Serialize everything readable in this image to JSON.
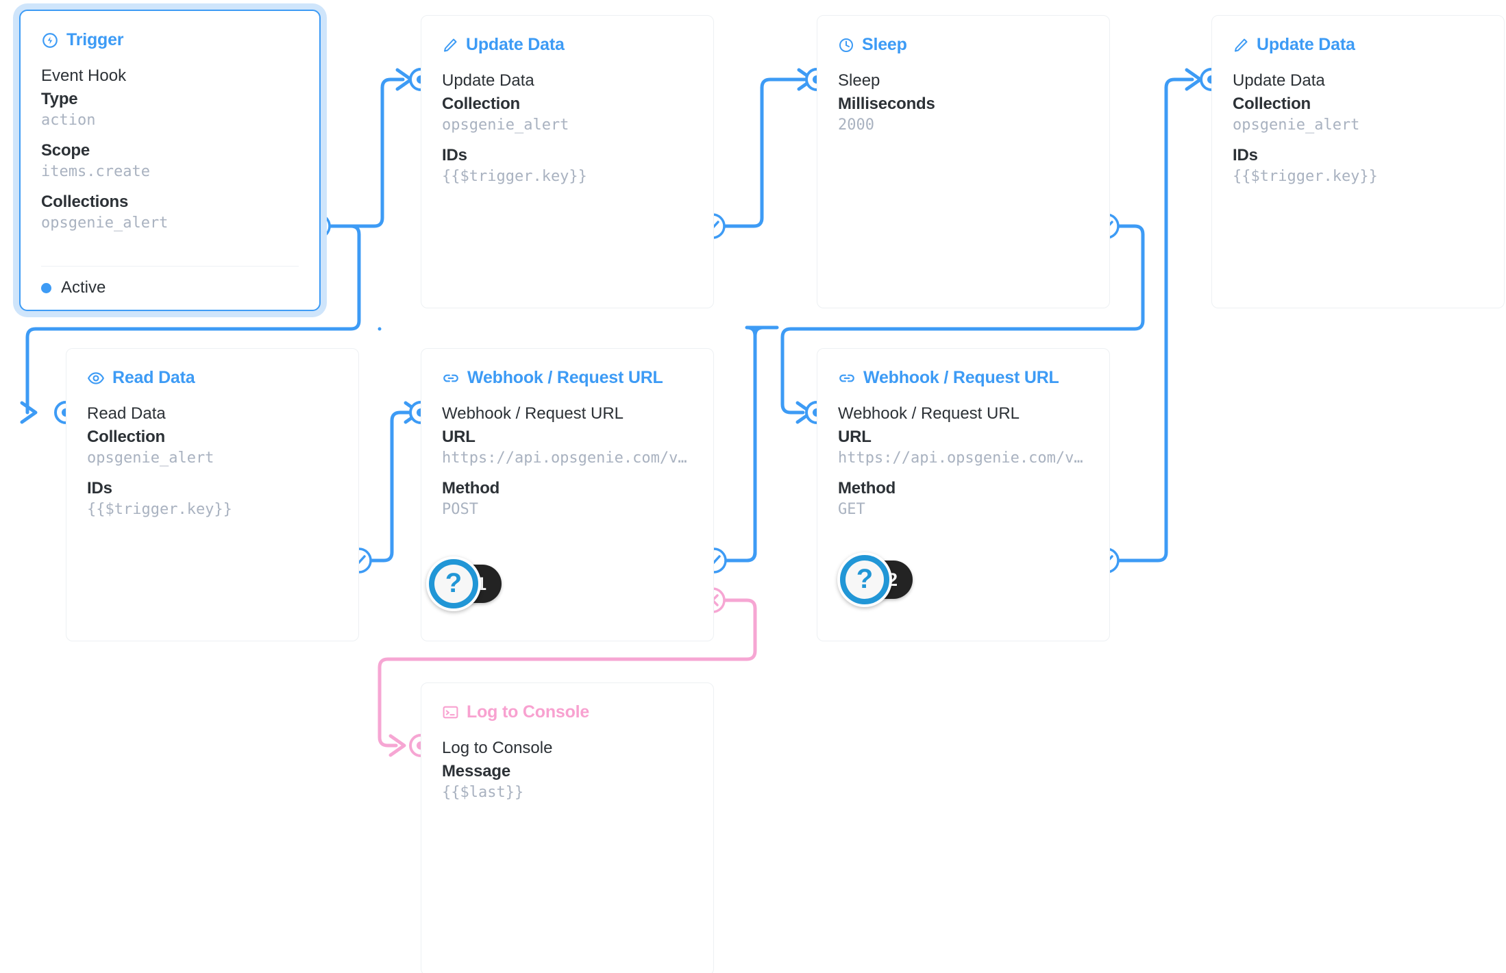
{
  "flow": {
    "accent_blue": "#3d9bf5",
    "accent_pink": "#f8a1d0",
    "wire_blue": "#3d9bf5",
    "wire_pink": "#f6a6d3",
    "value_gray": "#a9b2c0",
    "label_dark": "#2c3136"
  },
  "nodes": {
    "trigger": {
      "title": "Trigger",
      "icon": "trigger-bolt-icon",
      "operation": "Event Hook",
      "fields": [
        {
          "label": "Type",
          "value": "action"
        },
        {
          "label": "Scope",
          "value": "items.create"
        },
        {
          "label": "Collections",
          "value": "opsgenie_alert"
        }
      ],
      "status": "Active",
      "selected": true
    },
    "update_data_1": {
      "title": "Update Data",
      "icon": "pencil-icon",
      "operation": "Update Data",
      "fields": [
        {
          "label": "Collection",
          "value": "opsgenie_alert"
        },
        {
          "label": "IDs",
          "value": "{{$trigger.key}}"
        }
      ]
    },
    "sleep": {
      "title": "Sleep",
      "icon": "clock-icon",
      "operation": "Sleep",
      "fields": [
        {
          "label": "Milliseconds",
          "value": "2000"
        }
      ]
    },
    "update_data_2": {
      "title": "Update Data",
      "icon": "pencil-icon",
      "operation": "Update Data",
      "fields": [
        {
          "label": "Collection",
          "value": "opsgenie_alert"
        },
        {
          "label": "IDs",
          "value": "{{$trigger.key}}"
        }
      ]
    },
    "read_data": {
      "title": "Read Data",
      "icon": "eye-icon",
      "operation": "Read Data",
      "fields": [
        {
          "label": "Collection",
          "value": "opsgenie_alert"
        },
        {
          "label": "IDs",
          "value": "{{$trigger.key}}"
        }
      ]
    },
    "webhook_1": {
      "title": "Webhook / Request URL",
      "icon": "link-icon",
      "operation": "Webhook / Request URL",
      "fields": [
        {
          "label": "URL",
          "value": "https://api.opsgenie.com/v…"
        },
        {
          "label": "Method",
          "value": "POST"
        }
      ]
    },
    "webhook_2": {
      "title": "Webhook / Request URL",
      "icon": "link-icon",
      "operation": "Webhook / Request URL",
      "fields": [
        {
          "label": "URL",
          "value": "https://api.opsgenie.com/v…"
        },
        {
          "label": "Method",
          "value": "GET"
        }
      ]
    },
    "log_to_console": {
      "title": "Log to Console",
      "icon": "console-icon",
      "operation": "Log to Console",
      "fields": [
        {
          "label": "Message",
          "value": "{{$last}}"
        }
      ]
    }
  },
  "help_badges": [
    {
      "glyph": "?",
      "count": "1"
    },
    {
      "glyph": "?",
      "count": "2"
    }
  ]
}
